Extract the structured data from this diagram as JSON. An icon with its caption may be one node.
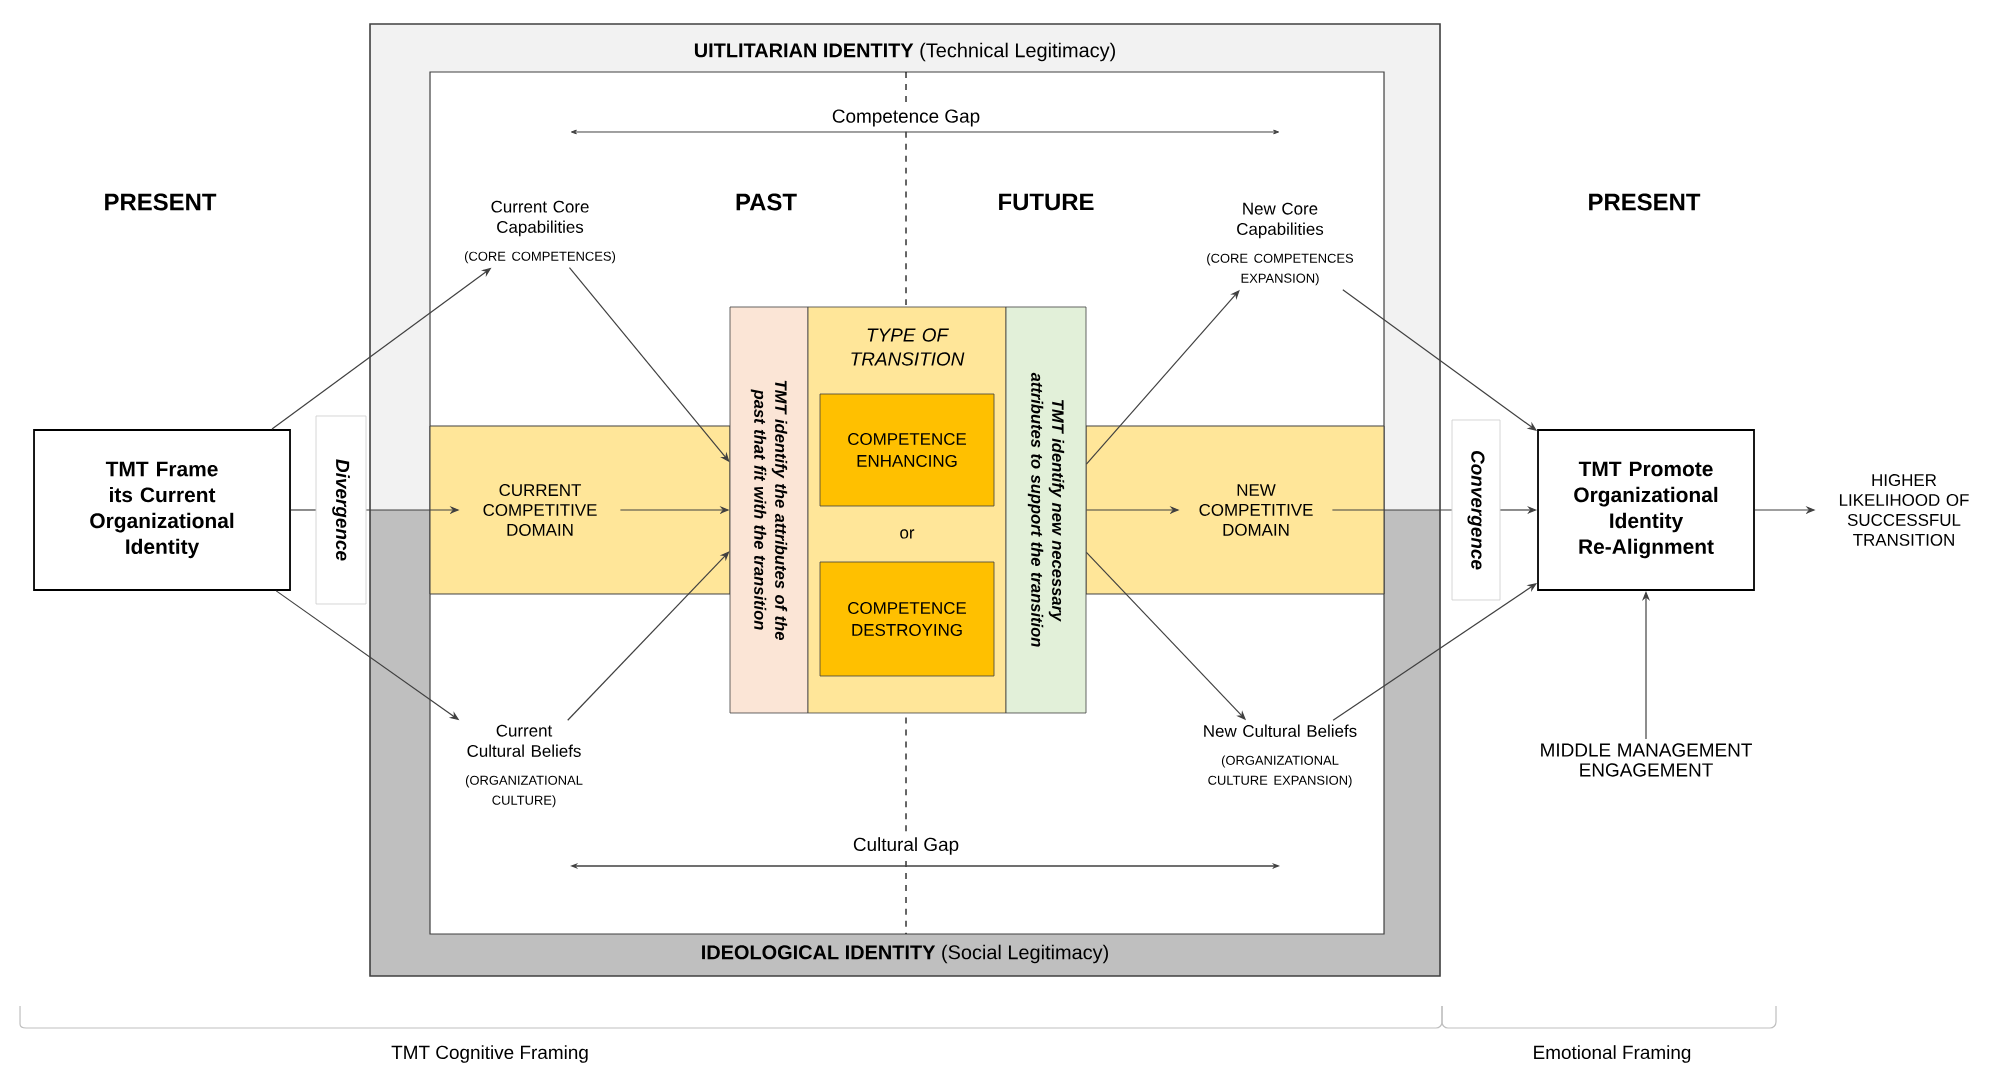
{
  "diagram": {
    "nodes": [
      {
        "text": [
          "TMT Frame its Current Organizational Identity"
        ]
      },
      {
        "text": [
          "Divergence"
        ]
      },
      {
        "text": [
          "**UITLITARIAN IDENTITY** (Technical Legitimacy)",
          "**IDEOLOGICAL IDENTITY** (Social Legitimacy)"
        ]
      },
      {
        "text": [],
        "shape": "box",
        "in": 2
      },
      {
        "text": [
          "Current Core Capabilities",
          "(CORE COMPETENCES)"
        ],
        "in": 3
      },
      {
        "text": [
          "CURRENT COMPETITIVE DOMAIN"
        ],
        "in": 3
      },
      {
        "text": [
          "Current Cultural Beliefs",
          "(ORGANIZATIONAL CULTURE)"
        ],
        "in": 3
      },
      {
        "text": [
          "TMT identify the attributes of the past that fit with the transition"
        ],
        "in": 3
      },
      {
        "text": [
          "TYPE OF TRANSITION",
          "or"
        ],
        "in": 3
      },
      {
        "text": [
          "COMPETENCE ENHANCING"
        ],
        "in": 8
      },
      {
        "text": [
          "COMPETENCE DESTROYING"
        ],
        "in": 8
      },
      {
        "text": [
          "TMT identify new necessary attributes to support the transition"
        ],
        "in": 3
      },
      {
        "text": [
          "New Core Capabilities",
          "(CORE COMPETENCES EXPANSION)"
        ],
        "in": 3
      },
      {
        "text": [
          "NEW COMPETITIVE DOMAIN"
        ],
        "in": 3
      },
      {
        "text": [
          "New Cultural Beliefs",
          "(ORGANIZATIONAL CULTURE EXPANSION)"
        ],
        "in": 3
      },
      {
        "text": [
          "Convergence"
        ]
      },
      {
        "text": [
          "TMT Promote Organizational Identity Re-Alignment"
        ]
      },
      {
        "text": [
          "HIGHER LIKELIHOOD OF SUCCESSFUL TRANSITION"
        ]
      },
      {
        "text": [
          "MIDDLE MANAGEMENT ENGAGEMENT"
        ]
      }
    ],
    "edges": [
      {
        "from": 0,
        "to": 4,
        "arrow": "to"
      },
      {
        "from": 0,
        "to": 6,
        "arrow": "to"
      },
      {
        "from": 0,
        "to": 1,
        "arrow": "none"
      },
      {
        "from": 1,
        "to": 5,
        "arrow": "to"
      },
      {
        "from": 4,
        "to": 7,
        "arrow": "to"
      },
      {
        "from": 5,
        "to": 7,
        "arrow": "to"
      },
      {
        "from": 6,
        "to": 7,
        "arrow": "to"
      },
      {
        "from": 11,
        "to": 12,
        "arrow": "to"
      },
      {
        "from": 11,
        "to": 13,
        "arrow": "to"
      },
      {
        "from": 11,
        "to": 14,
        "arrow": "to"
      },
      {
        "from": 13,
        "to": 15,
        "arrow": "none"
      },
      {
        "from": 15,
        "to": 16,
        "arrow": "to"
      },
      {
        "from": 12,
        "to": 16,
        "arrow": "to"
      },
      {
        "from": 14,
        "to": 16,
        "arrow": "to"
      },
      {
        "from": 16,
        "to": 17,
        "arrow": "to"
      },
      {
        "from": 18,
        "to": 16,
        "arrow": "to"
      }
    ],
    "labels": [
      "Competence Gap",
      "PRESENT",
      "PAST",
      "FUTURE",
      "PRESENT",
      "Cultural Gap",
      "TMT Cognitive Framing",
      "Emotional Framing"
    ]
  }
}
